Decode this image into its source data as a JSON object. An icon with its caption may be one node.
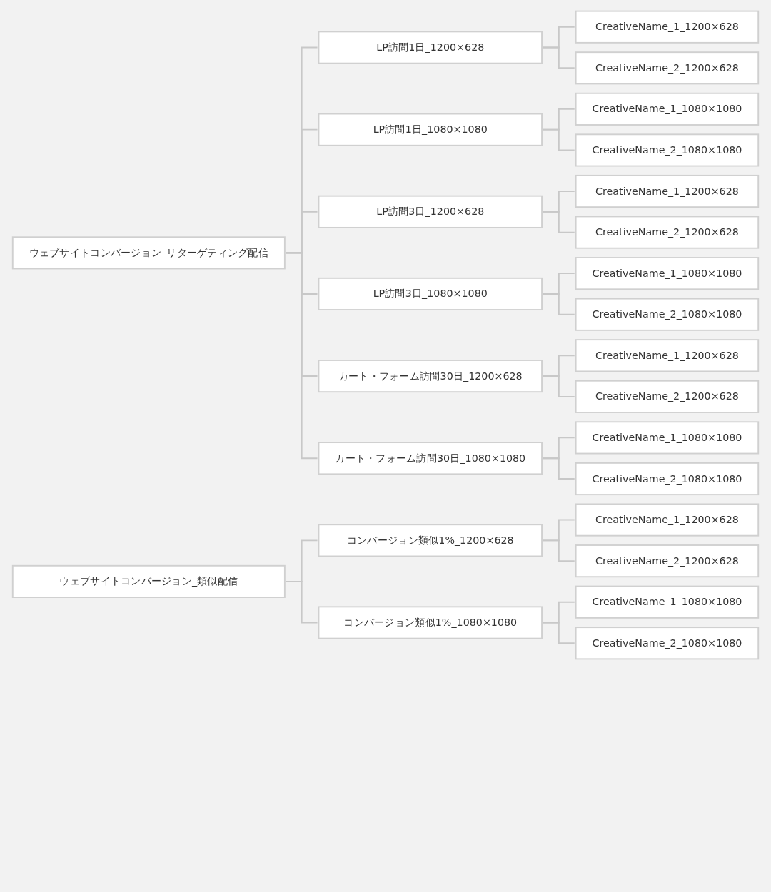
{
  "diagram": {
    "nodes": [
      {
        "text": [
          "ウェブサイトコンバージョン_リターゲティング配信"
        ]
      },
      {
        "text": [
          "LP訪問1日_1200×628"
        ]
      },
      {
        "text": [
          "CreativeName_1_1200×628"
        ]
      },
      {
        "text": [
          "CreativeName_2_1200×628"
        ]
      },
      {
        "text": [
          "LP訪問1日_1080×1080"
        ]
      },
      {
        "text": [
          "CreativeName_1_1080×1080"
        ]
      },
      {
        "text": [
          "CreativeName_2_1080×1080"
        ]
      },
      {
        "text": [
          "LP訪問3日_1200×628"
        ]
      },
      {
        "text": [
          "CreativeName_1_1200×628"
        ]
      },
      {
        "text": [
          "CreativeName_2_1200×628"
        ]
      },
      {
        "text": [
          "LP訪問3日_1080×1080"
        ]
      },
      {
        "text": [
          "CreativeName_1_1080×1080"
        ]
      },
      {
        "text": [
          "CreativeName_2_1080×1080"
        ]
      },
      {
        "text": [
          "カート・フォーム訪問30日_1200×628"
        ]
      },
      {
        "text": [
          "CreativeName_1_1200×628"
        ]
      },
      {
        "text": [
          "CreativeName_2_1200×628"
        ]
      },
      {
        "text": [
          "カート・フォーム訪問30日_1080×1080"
        ]
      },
      {
        "text": [
          "CreativeName_1_1080×1080"
        ]
      },
      {
        "text": [
          "CreativeName_2_1080×1080"
        ]
      },
      {
        "text": [
          "ウェブサイトコンバージョン_類似配信"
        ]
      },
      {
        "text": [
          "コンバージョン類似1%_1200×628"
        ]
      },
      {
        "text": [
          "CreativeName_1_1200×628"
        ]
      },
      {
        "text": [
          "CreativeName_2_1200×628"
        ]
      },
      {
        "text": [
          "コンバージョン類似1%_1080×1080"
        ]
      },
      {
        "text": [
          "CreativeName_1_1080×1080"
        ]
      },
      {
        "text": [
          "CreativeName_2_1080×1080"
        ]
      }
    ],
    "edges": [
      {
        "from": 0,
        "to": 1,
        "arrow": "none"
      },
      {
        "from": 1,
        "to": 2,
        "arrow": "none"
      },
      {
        "from": 1,
        "to": 3,
        "arrow": "none"
      },
      {
        "from": 0,
        "to": 4,
        "arrow": "none"
      },
      {
        "from": 4,
        "to": 5,
        "arrow": "none"
      },
      {
        "from": 4,
        "to": 6,
        "arrow": "none"
      },
      {
        "from": 0,
        "to": 7,
        "arrow": "none"
      },
      {
        "from": 7,
        "to": 8,
        "arrow": "none"
      },
      {
        "from": 7,
        "to": 9,
        "arrow": "none"
      },
      {
        "from": 0,
        "to": 10,
        "arrow": "none"
      },
      {
        "from": 10,
        "to": 11,
        "arrow": "none"
      },
      {
        "from": 10,
        "to": 12,
        "arrow": "none"
      },
      {
        "from": 0,
        "to": 13,
        "arrow": "none"
      },
      {
        "from": 13,
        "to": 14,
        "arrow": "none"
      },
      {
        "from": 13,
        "to": 15,
        "arrow": "none"
      },
      {
        "from": 0,
        "to": 16,
        "arrow": "none"
      },
      {
        "from": 16,
        "to": 17,
        "arrow": "none"
      },
      {
        "from": 16,
        "to": 18,
        "arrow": "none"
      },
      {
        "from": 19,
        "to": 20,
        "arrow": "none"
      },
      {
        "from": 20,
        "to": 21,
        "arrow": "none"
      },
      {
        "from": 20,
        "to": 22,
        "arrow": "none"
      },
      {
        "from": 19,
        "to": 23,
        "arrow": "none"
      },
      {
        "from": 23,
        "to": 24,
        "arrow": "none"
      },
      {
        "from": 23,
        "to": 25,
        "arrow": "none"
      }
    ]
  }
}
